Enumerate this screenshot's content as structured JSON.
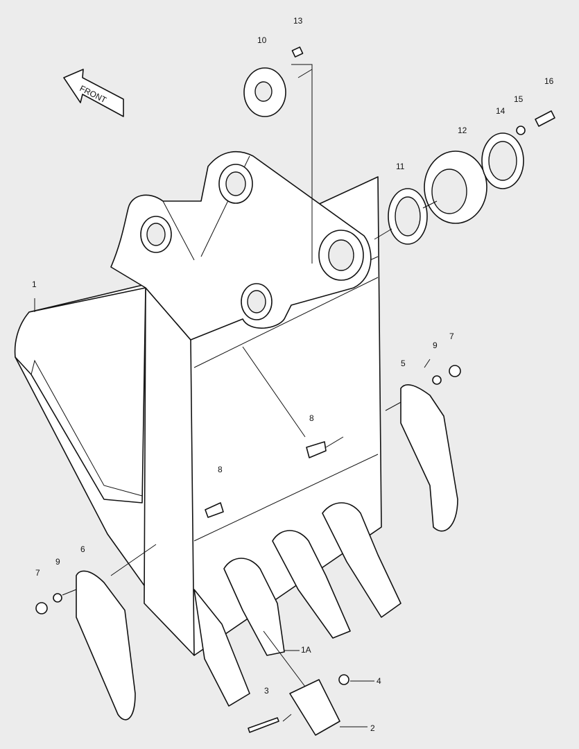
{
  "diagram": {
    "front_arrow_text": "FRONT",
    "callouts": [
      {
        "id": "13",
        "text": "13"
      },
      {
        "id": "10",
        "text": "10"
      },
      {
        "id": "16",
        "text": "16"
      },
      {
        "id": "15",
        "text": "15"
      },
      {
        "id": "14",
        "text": "14"
      },
      {
        "id": "12",
        "text": "12"
      },
      {
        "id": "11",
        "text": "11"
      },
      {
        "id": "1",
        "text": "1"
      },
      {
        "id": "9a",
        "text": "9"
      },
      {
        "id": "7a",
        "text": "7"
      },
      {
        "id": "5",
        "text": "5"
      },
      {
        "id": "8a",
        "text": "8"
      },
      {
        "id": "8b",
        "text": "8"
      },
      {
        "id": "6",
        "text": "6"
      },
      {
        "id": "9b",
        "text": "9"
      },
      {
        "id": "7b",
        "text": "7"
      },
      {
        "id": "1A",
        "text": "1A"
      },
      {
        "id": "4",
        "text": "4"
      },
      {
        "id": "3",
        "text": "3"
      },
      {
        "id": "2",
        "text": "2"
      }
    ]
  }
}
